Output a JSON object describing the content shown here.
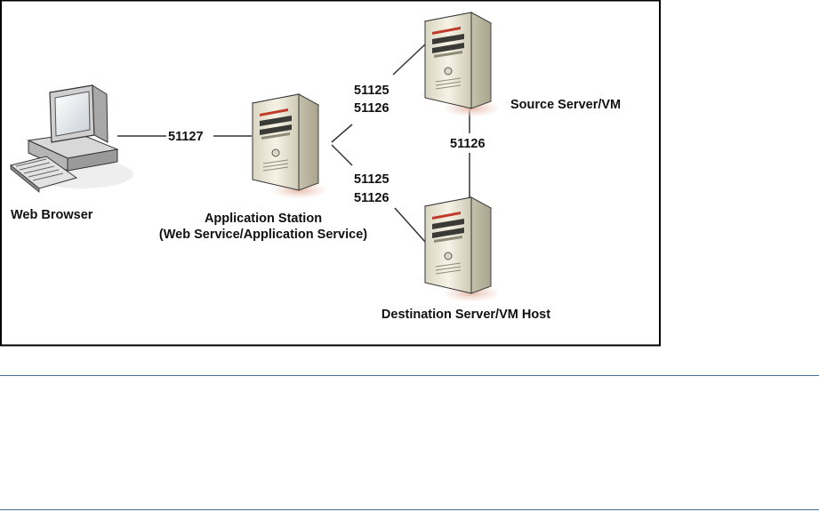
{
  "diagram": {
    "nodes": {
      "web_browser": {
        "label": "Web Browser"
      },
      "app_station": {
        "label_line1": "Application Station",
        "label_line2": "(Web Service/Application Service)"
      },
      "source_server": {
        "label": "Source Server/VM"
      },
      "dest_server": {
        "label": "Destination Server/VM Host"
      }
    },
    "connections": {
      "browser_to_app": {
        "port": "51127"
      },
      "app_to_source": {
        "port_1": "51125",
        "port_2": "51126"
      },
      "app_to_dest": {
        "port_1": "51125",
        "port_2": "51126"
      },
      "source_to_dest": {
        "port": "51126"
      }
    }
  },
  "colors": {
    "frame": "#000000",
    "divider": "#4a6f8e",
    "tower_body": "#f0ede0",
    "tower_accent": "#c03a28",
    "shadow": "#e8c8bd"
  }
}
